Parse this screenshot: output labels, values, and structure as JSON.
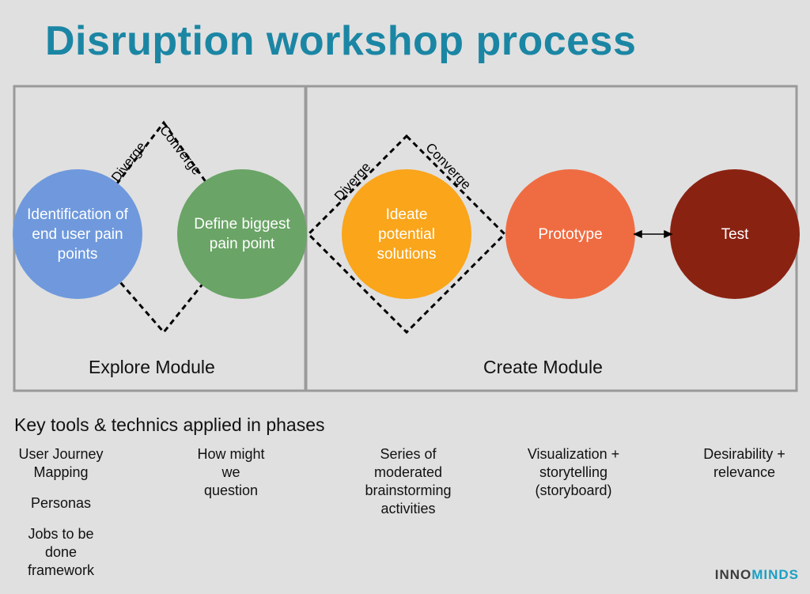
{
  "title": "Disruption workshop process",
  "modules": {
    "explore": "Explore Module",
    "create": "Create Module"
  },
  "diamond_labels": {
    "explore_diverge": "Diverge",
    "explore_converge": "Converge",
    "create_diverge": "Diverge",
    "create_converge": "Converge"
  },
  "circles": [
    {
      "label": "Identification of end user pain points",
      "color": "#6f99dc"
    },
    {
      "label": "Define biggest pain point",
      "color": "#6aa466"
    },
    {
      "label": "Ideate potential solutions",
      "color": "#faa51a"
    },
    {
      "label": "Prototype",
      "color": "#ef6c42"
    },
    {
      "label": "Test",
      "color": "#8a2212"
    }
  ],
  "tools": {
    "title": "Key tools & technics applied in phases",
    "columns": [
      [
        "User Journey Mapping",
        "Personas",
        "Jobs to be done framework"
      ],
      [
        "How might we question"
      ],
      [
        "Series of moderated brainstorming activities"
      ],
      [
        "Visualization + storytelling (storyboard)"
      ],
      [
        "Desirability + relevance"
      ]
    ]
  },
  "brand": {
    "part1": "INNO",
    "part2": "MINDS"
  }
}
